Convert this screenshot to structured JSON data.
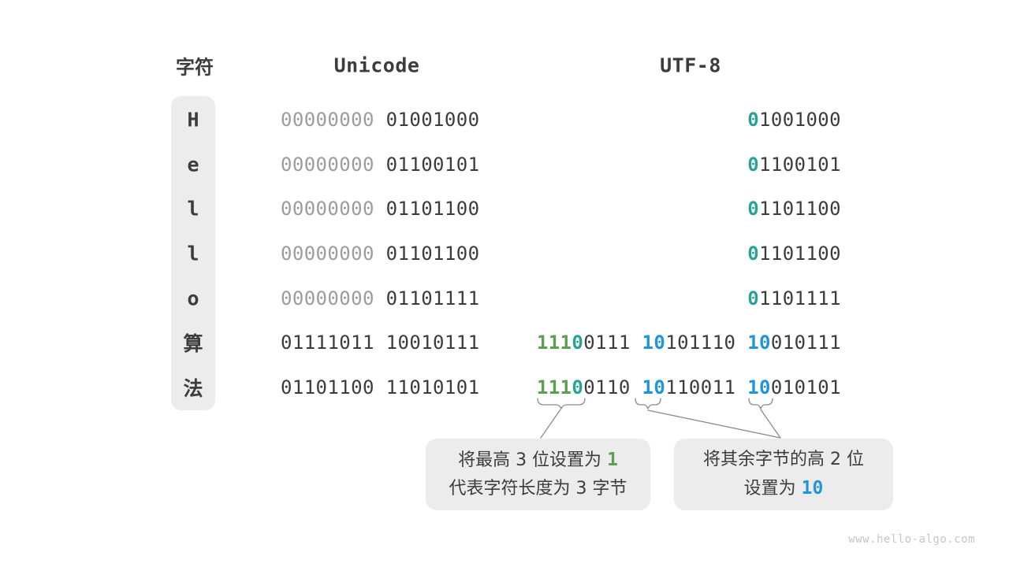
{
  "header": {
    "char_label": "字符",
    "unicode_label": "Unicode",
    "utf8_label": "UTF-8"
  },
  "table": {
    "rows": [
      {
        "char": "H",
        "unicode": [
          {
            "t": "00000000",
            "c": "gray"
          },
          {
            "t": " 01001000",
            "c": "dark"
          }
        ],
        "utf8": [
          {
            "t": "0",
            "c": "teal"
          },
          {
            "t": "1001000",
            "c": "dark"
          }
        ]
      },
      {
        "char": "e",
        "unicode": [
          {
            "t": "00000000",
            "c": "gray"
          },
          {
            "t": " 01100101",
            "c": "dark"
          }
        ],
        "utf8": [
          {
            "t": "0",
            "c": "teal"
          },
          {
            "t": "1100101",
            "c": "dark"
          }
        ]
      },
      {
        "char": "l",
        "unicode": [
          {
            "t": "00000000",
            "c": "gray"
          },
          {
            "t": " 01101100",
            "c": "dark"
          }
        ],
        "utf8": [
          {
            "t": "0",
            "c": "teal"
          },
          {
            "t": "1101100",
            "c": "dark"
          }
        ]
      },
      {
        "char": "l",
        "unicode": [
          {
            "t": "00000000",
            "c": "gray"
          },
          {
            "t": " 01101100",
            "c": "dark"
          }
        ],
        "utf8": [
          {
            "t": "0",
            "c": "teal"
          },
          {
            "t": "1101100",
            "c": "dark"
          }
        ]
      },
      {
        "char": "o",
        "unicode": [
          {
            "t": "00000000",
            "c": "gray"
          },
          {
            "t": " 01101111",
            "c": "dark"
          }
        ],
        "utf8": [
          {
            "t": "0",
            "c": "teal"
          },
          {
            "t": "1101111",
            "c": "dark"
          }
        ]
      },
      {
        "char": "算",
        "unicode": [
          {
            "t": "01111011 10010111",
            "c": "dark"
          }
        ],
        "utf8": [
          {
            "t": "111",
            "c": "green"
          },
          {
            "t": "0",
            "c": "teal"
          },
          {
            "t": "0111 ",
            "c": "dark"
          },
          {
            "t": "10",
            "c": "blue"
          },
          {
            "t": "101110 ",
            "c": "dark"
          },
          {
            "t": "10",
            "c": "blue"
          },
          {
            "t": "010111",
            "c": "dark"
          }
        ]
      },
      {
        "char": "法",
        "unicode": [
          {
            "t": "01101100 11010101",
            "c": "dark"
          }
        ],
        "utf8": [
          {
            "t": "111",
            "c": "green"
          },
          {
            "t": "0",
            "c": "teal"
          },
          {
            "t": "0110 ",
            "c": "dark"
          },
          {
            "t": "10",
            "c": "blue"
          },
          {
            "t": "110011 ",
            "c": "dark"
          },
          {
            "t": "10",
            "c": "blue"
          },
          {
            "t": "010101",
            "c": "dark"
          }
        ]
      }
    ]
  },
  "callouts": {
    "left": {
      "lines": [
        [
          {
            "t": "将最高 3 位设置为 ",
            "c": "dark"
          },
          {
            "t": "1",
            "c": "green",
            "hl": true
          }
        ],
        [
          {
            "t": "代表字符长度为 3 字节",
            "c": "dark"
          }
        ]
      ]
    },
    "right": {
      "lines": [
        [
          {
            "t": "将其余字节的高 2 位",
            "c": "dark"
          }
        ],
        [
          {
            "t": "设置为 ",
            "c": "dark"
          },
          {
            "t": "10",
            "c": "blue",
            "hl": true
          }
        ]
      ]
    }
  },
  "colors": {
    "dark": "#3c3c3c",
    "gray_zeros": "#9c9c9c",
    "teal_prefix": "#2aa197",
    "green_prefix": "#5aa050",
    "blue_prefix": "#2095da",
    "box_background": "#ececec",
    "connector": "#8a8a8a",
    "watermark": "#c5c5c5"
  },
  "watermark": "www.hello-algo.com"
}
